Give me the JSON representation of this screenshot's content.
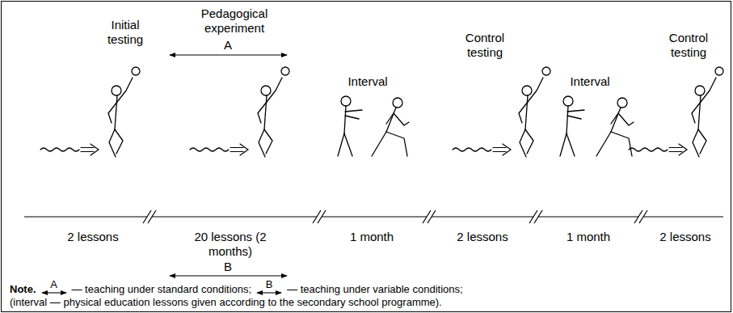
{
  "diagram": {
    "labels": [
      "Initial testing",
      "Pedagogical experiment",
      "A",
      "Interval",
      "Control testing",
      "Interval",
      "Control testing",
      "2 lessons",
      "20 lessons (2 months)",
      "B",
      "1 month",
      "2 lessons",
      "1 month",
      "2 lessons",
      "Note.",
      "A",
      "— teaching under standard conditions;",
      "B",
      "— teaching under variable conditions;",
      "(interval — physical education lessons given according to the secondary school programme)."
    ]
  }
}
